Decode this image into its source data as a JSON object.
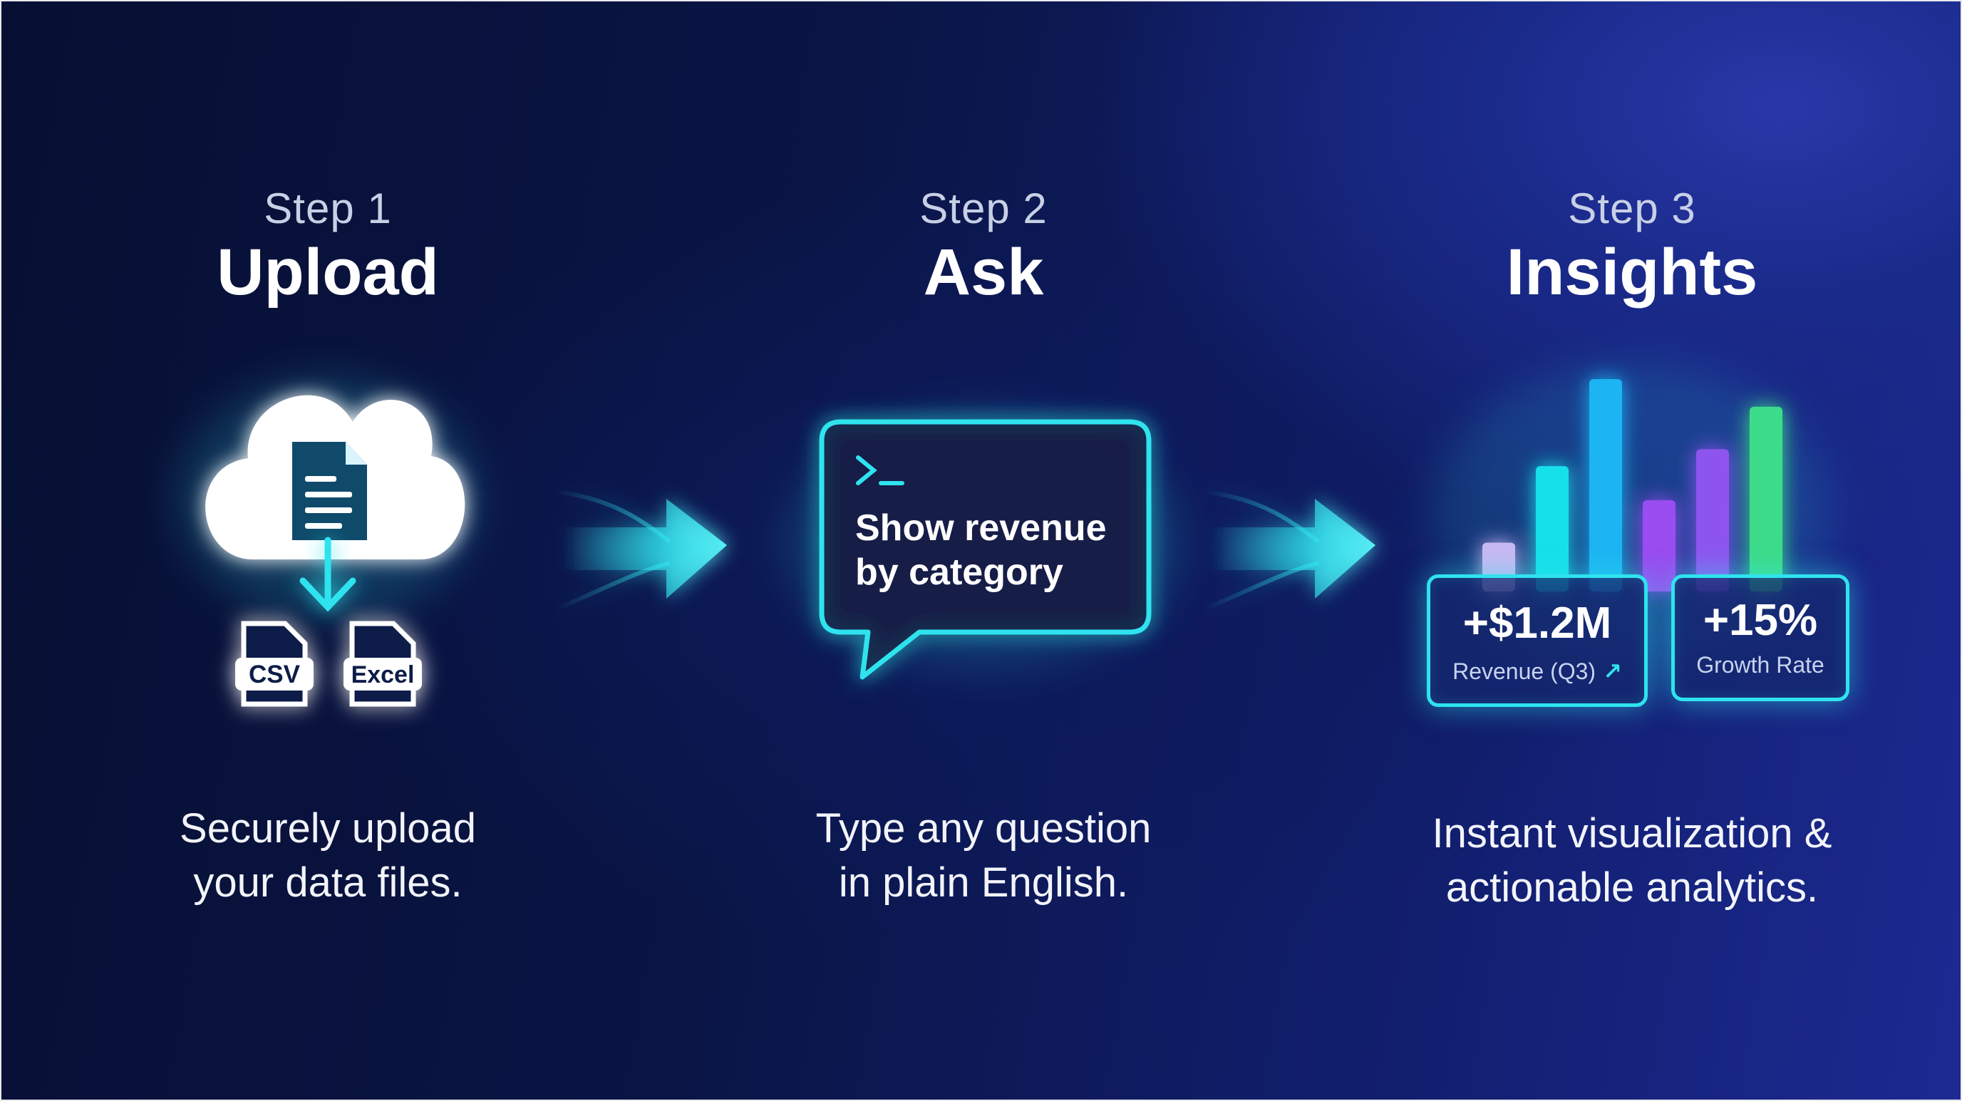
{
  "steps": [
    {
      "label": "Step 1",
      "title": "Upload",
      "description": [
        "Securely upload",
        "your data files."
      ],
      "icons": [
        "cloud-upload-icon",
        "document-icon",
        "down-arrow-icon",
        "csv-file-icon",
        "excel-file-icon"
      ],
      "file_badges": [
        "CSV",
        "Excel"
      ]
    },
    {
      "label": "Step 2",
      "title": "Ask",
      "description": [
        "Type any question",
        "in plain English."
      ],
      "icons": [
        "terminal-prompt-icon",
        "speech-bubble-icon"
      ],
      "bubble_text": [
        "Show revenue",
        "by category"
      ]
    },
    {
      "label": "Step 3",
      "title": "Insights",
      "description": [
        "Instant visualization &",
        "actionable analytics."
      ],
      "icons": [
        "bar-chart-icon",
        "trend-up-icon"
      ],
      "metrics": [
        {
          "value": "+$1.2M",
          "caption": "Revenue (Q3)",
          "icon": "↗"
        },
        {
          "value": "+15%",
          "caption": "Growth Rate"
        }
      ],
      "bars": [
        {
          "level": 0.23,
          "color": "#c9b8f2"
        },
        {
          "level": 0.59,
          "color": "#19e0ea"
        },
        {
          "level": 1.0,
          "color": "#1ab4f2"
        },
        {
          "level": 0.43,
          "color": "#9a4ef0"
        },
        {
          "level": 0.67,
          "color": "#8d55ee"
        },
        {
          "level": 0.87,
          "color": "#3ddc8a"
        }
      ]
    }
  ],
  "connectors": [
    "flow-arrow-icon",
    "flow-arrow-icon"
  ],
  "colors": {
    "accent_cyan": "#2fe3ee",
    "background_dark": "#070f33",
    "background_light": "#1c2a92",
    "text_white": "#ffffff",
    "text_muted": "#c8d0e6"
  }
}
